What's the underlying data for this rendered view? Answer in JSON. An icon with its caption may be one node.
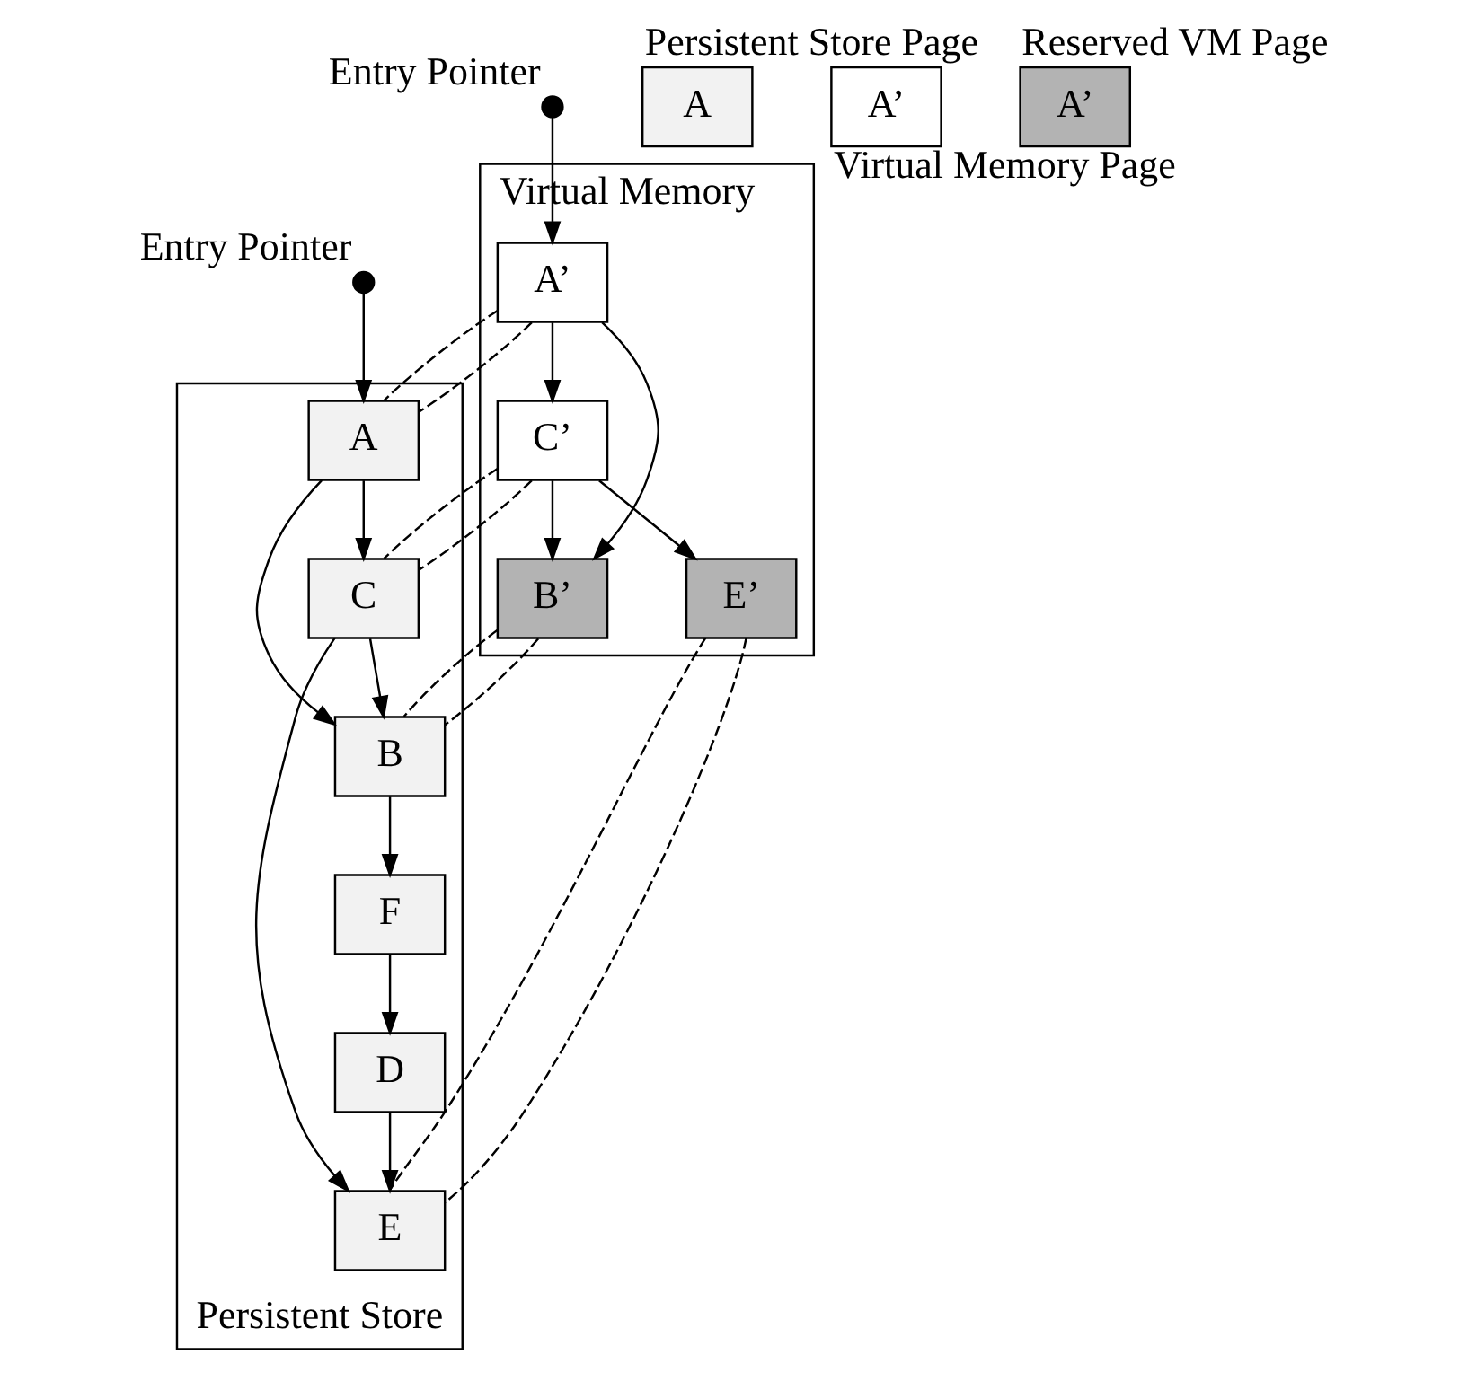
{
  "diagram": {
    "nodes": [
      {
        "text": [
          "Virtual Memory"
        ]
      },
      {
        "text": [],
        "shape": "circle",
        "beside": [
          "Entry Pointer"
        ]
      },
      {
        "text": [
          "A’"
        ],
        "in": 0
      },
      {
        "text": [
          "C’"
        ],
        "in": 0
      },
      {
        "text": [
          "E’"
        ],
        "in": 0
      },
      {
        "text": [
          "B’"
        ],
        "in": 0
      },
      {
        "text": [
          "Persistent Store"
        ]
      },
      {
        "text": [],
        "shape": "circle",
        "beside": [
          "Entry Pointer"
        ]
      },
      {
        "text": [
          "A"
        ],
        "in": 6
      },
      {
        "text": [
          "C"
        ],
        "in": 6
      },
      {
        "text": [
          "E"
        ],
        "in": 6
      },
      {
        "text": [
          "D"
        ],
        "in": 6
      },
      {
        "text": [
          "B"
        ],
        "in": 6
      },
      {
        "text": [
          "F"
        ],
        "in": 6
      },
      {
        "text": [
          "A"
        ],
        "beside": [
          "Persistent Store Page"
        ]
      },
      {
        "text": [
          "A’"
        ],
        "beside": [
          "Virtual Memory Page"
        ]
      },
      {
        "text": [
          "A’"
        ],
        "beside": [
          "Reserved VM Page"
        ]
      }
    ],
    "edges": [
      {
        "from": 1,
        "to": 2,
        "arrow": "to"
      },
      {
        "from": 2,
        "to": 3,
        "arrow": "to"
      },
      {
        "from": 3,
        "to": 4,
        "arrow": "to"
      },
      {
        "from": 3,
        "to": 5,
        "arrow": "to"
      },
      {
        "from": 2,
        "to": 5,
        "arrow": "to"
      },
      {
        "from": 2,
        "to": 8,
        "arrow": "none",
        "style": "dashed"
      },
      {
        "from": 2,
        "to": 8,
        "arrow": "none",
        "style": "dashed"
      },
      {
        "from": 5,
        "to": 12,
        "arrow": "none",
        "style": "dashed"
      },
      {
        "from": 5,
        "to": 12,
        "arrow": "none",
        "style": "dashed"
      },
      {
        "from": 3,
        "to": 9,
        "arrow": "none",
        "style": "dashed"
      },
      {
        "from": 3,
        "to": 9,
        "arrow": "none",
        "style": "dashed"
      },
      {
        "from": 4,
        "to": 10,
        "arrow": "none",
        "style": "dashed"
      },
      {
        "from": 4,
        "to": 10,
        "arrow": "none",
        "style": "dashed"
      },
      {
        "from": 7,
        "to": 8,
        "arrow": "to"
      },
      {
        "from": 8,
        "to": 9,
        "arrow": "to"
      },
      {
        "from": 9,
        "to": 10,
        "arrow": "to"
      },
      {
        "from": 9,
        "to": 12,
        "arrow": "to"
      },
      {
        "from": 8,
        "to": 12,
        "arrow": "to"
      },
      {
        "from": 12,
        "to": 13,
        "arrow": "to"
      },
      {
        "from": 13,
        "to": 11,
        "arrow": "to"
      },
      {
        "from": 11,
        "to": 10,
        "arrow": "to"
      }
    ]
  }
}
